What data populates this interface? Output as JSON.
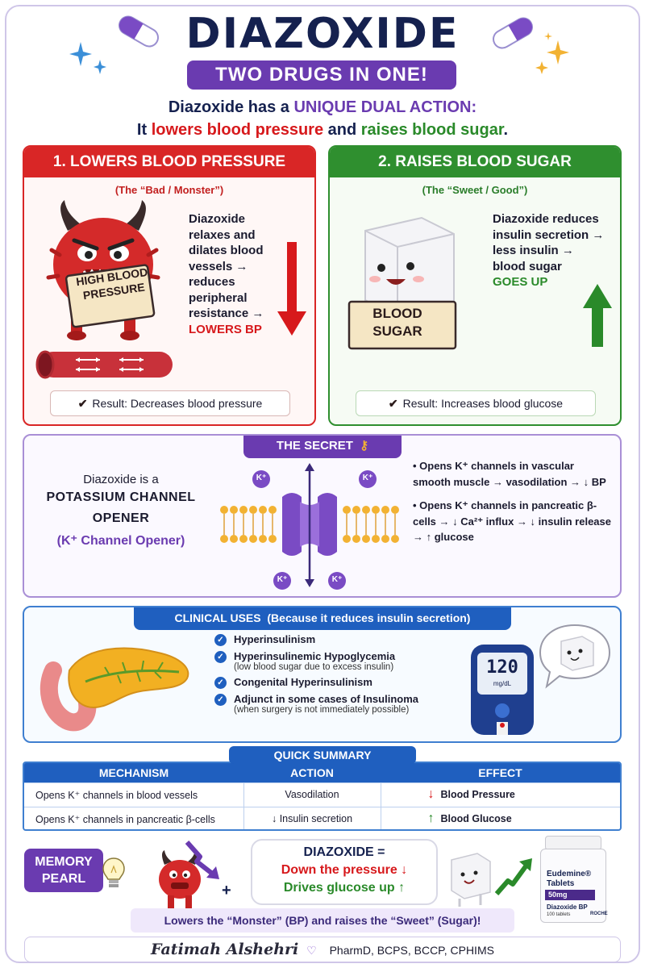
{
  "header": {
    "title": "DIAZOXIDE",
    "subtitle": "TWO DRUGS IN ONE!",
    "intro_line1_pre": "Diazoxide has a ",
    "intro_line1_highlight": "UNIQUE DUAL ACTION:",
    "intro_line2_pre": "It ",
    "intro_line2_red": "lowers blood pressure",
    "intro_line2_mid": " and ",
    "intro_line2_green": "raises blood sugar",
    "intro_line2_end": "."
  },
  "bp_panel": {
    "heading": "1. LOWERS BLOOD PRESSURE",
    "tag": "(The “Bad / Monster”)",
    "sign_text": "HIGH BLOOD PRESSURE",
    "description": "Diazoxide relaxes and dilates blood vessels → reduces peripheral resistance →",
    "highlight": "LOWERS BP",
    "result_label": "Result:",
    "result_text": "Decreases blood pressure"
  },
  "sugar_panel": {
    "heading": "2. RAISES BLOOD SUGAR",
    "tag": "(The “Sweet / Good”)",
    "sign_text": "BLOOD SUGAR",
    "description": "Diazoxide reduces insulin secretion → less insulin → blood sugar",
    "highlight": "GOES UP",
    "result_label": "Result:",
    "result_text": "Increases blood glucose"
  },
  "secret": {
    "heading": "THE SECRET",
    "line1": "Diazoxide is a",
    "line2": "POTASSIUM CHANNEL OPENER",
    "line3": "(K⁺ Channel Opener)",
    "ion_label": "K⁺",
    "bullet1": "• Opens K⁺ channels in vascular smooth muscle → vasodilation → ↓ BP",
    "bullet2": "• Opens K⁺ channels in pancreatic β-cells → ↓ Ca²⁺ influx → ↓ insulin release → ↑ glucose"
  },
  "clinical": {
    "heading": "CLINICAL USES",
    "heading_note": "(Because it reduces insulin secretion)",
    "items": [
      {
        "label": "Hyperinsulinism",
        "note": ""
      },
      {
        "label": "Hyperinsulinemic Hypoglycemia",
        "note": "(low blood sugar due to excess insulin)"
      },
      {
        "label": "Congenital Hyperinsulinism",
        "note": ""
      },
      {
        "label": "Adjunct in some cases of Insulinoma",
        "note": "(when surgery is not immediately possible)"
      }
    ],
    "meter_value": "120",
    "meter_unit": "mg/dL"
  },
  "summary": {
    "heading": "QUICK SUMMARY",
    "columns": [
      "MECHANISM",
      "ACTION",
      "EFFECT"
    ],
    "rows": [
      {
        "mechanism": "Opens K⁺ channels in blood vessels",
        "action": "Vasodilation",
        "effect_arrow": "↓",
        "effect": "Blood Pressure"
      },
      {
        "mechanism": "Opens K⁺ channels in pancreatic β-cells",
        "action": "↓ Insulin secretion",
        "effect_arrow": "↑",
        "effect": "Blood Glucose"
      }
    ]
  },
  "memory": {
    "pill": "MEMORY PEARL",
    "plus": "+",
    "box_title": "DIAZOXIDE =",
    "line_red": "Down the pressure ↓",
    "line_green": "Drives glucose up ↑",
    "tagline": "Lowers the “Monster” (BP) and raises the “Sweet” (Sugar)!",
    "bottle_brand": "Eudemine®",
    "bottle_type": "Tablets",
    "bottle_dose": "50mg",
    "bottle_name": "Diazoxide BP",
    "bottle_count": "100 tablets",
    "bottle_maker": "ROCHE"
  },
  "footer": {
    "author": "Fatimah Alshehri",
    "heart": "♡",
    "credentials": "PharmD, BCPS, BCCP, CPHIMS"
  },
  "colors": {
    "purple": "#6a3bb0",
    "navy": "#15214f",
    "red": "#d92626",
    "green": "#2f8f2f",
    "blue": "#1f5fbf"
  }
}
